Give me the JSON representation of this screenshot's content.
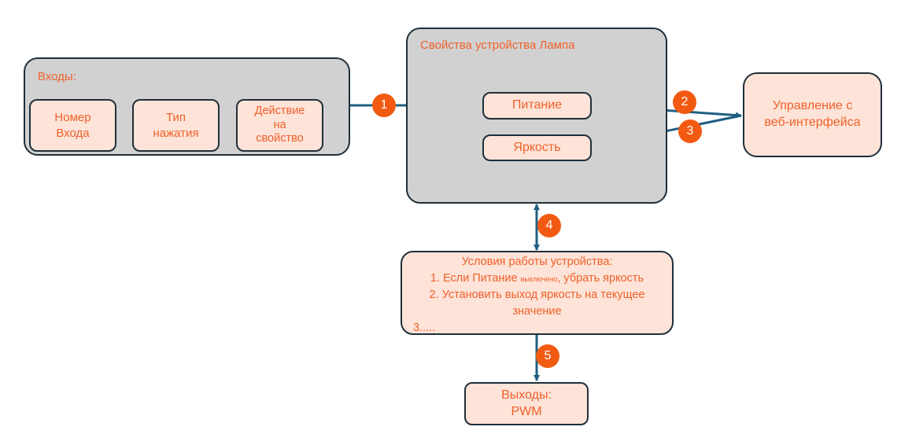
{
  "inputs": {
    "title": "Входы:",
    "items": [
      {
        "line1": "Номер",
        "line2": "Входа"
      },
      {
        "line1": "Тип",
        "line2": "нажатия"
      },
      {
        "line1": "Действие",
        "line2": "на",
        "line3": "свойство"
      }
    ]
  },
  "properties": {
    "title": "Свойства устройства Лампа",
    "items": [
      "Питание",
      "Яркость"
    ]
  },
  "web": {
    "line1": "Управление с",
    "line2": "веб-интерфейса"
  },
  "conditions": {
    "title": "Условия работы устройства:",
    "item1_prefix": "1. Если Питание ",
    "item1_small": "выключено",
    "item1_suffix": ", убрать яркость",
    "item2_line1": "2. Установить выход яркость на текущее",
    "item2_line2": "значение",
    "item3": "3....."
  },
  "outputs": {
    "line1": "Выходы:",
    "line2": "PWM"
  },
  "badges": [
    "1",
    "2",
    "3",
    "4",
    "5"
  ],
  "colors": {
    "accent": "#f0612a",
    "badge": "#f25a12",
    "arrow": "#1f5f80",
    "container": "#d1d1d1",
    "node": "#fde3d8"
  }
}
